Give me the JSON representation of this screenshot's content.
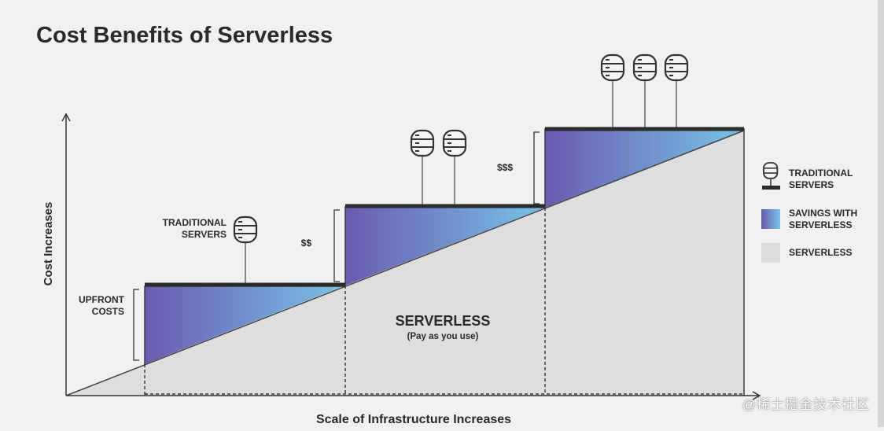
{
  "title": "Cost Benefits of Serverless",
  "axes": {
    "y_label": "Cost Increases",
    "x_label": "Scale of Infrastructure Increases"
  },
  "annotations": {
    "upfront_costs": [
      "UPFRONT",
      "COSTS"
    ],
    "traditional_servers": [
      "TRADITIONAL",
      "SERVERS"
    ],
    "cost_2": "$$",
    "cost_3": "$$$",
    "serverless_main": "SERVERLESS",
    "serverless_sub": "(Pay as you use)"
  },
  "legend": [
    {
      "label_lines": [
        "TRADITIONAL",
        "SERVERS"
      ],
      "icon": "server-icon"
    },
    {
      "label_lines": [
        "SAVINGS WITH",
        "SERVERLESS"
      ],
      "icon": "gradient-swatch"
    },
    {
      "label_lines": [
        "SERVERLESS"
      ],
      "icon": "gray-swatch"
    }
  ],
  "steps": [
    {
      "servers": 1
    },
    {
      "servers": 2
    },
    {
      "servers": 3
    }
  ],
  "colors": {
    "gradient_start": "#6a5bb0",
    "gradient_end": "#74c0e6",
    "serverless_fill": "#dedede",
    "step_line": "#2b2b2b",
    "text": "#2a2a2a"
  },
  "credit": "@稀土掘金技术社区"
}
